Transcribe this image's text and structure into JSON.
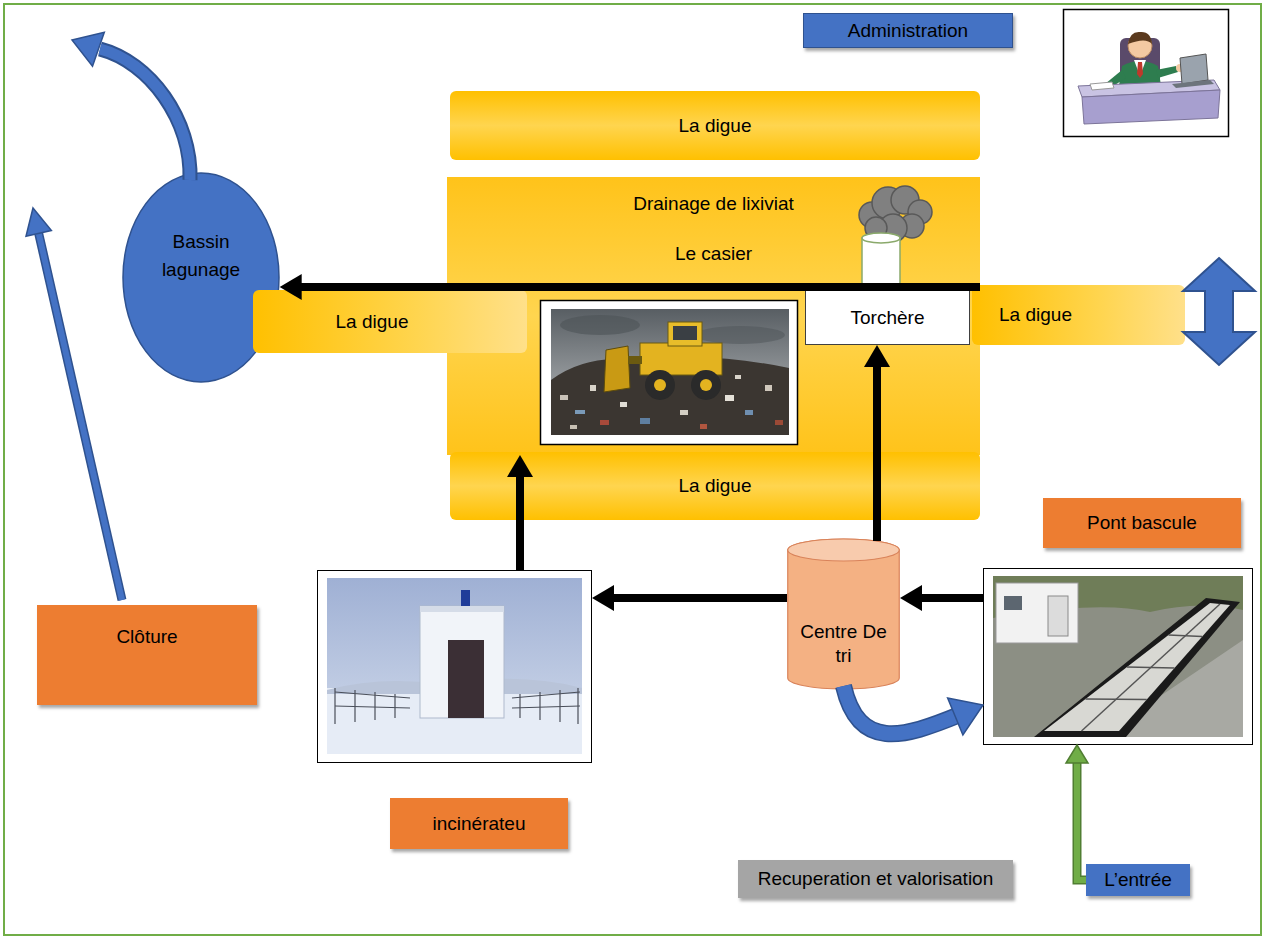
{
  "diagram": {
    "nodes": [
      {
        "text": [
          "Administration"
        ]
      },
      {
        "text": [
          "La digue"
        ]
      },
      {
        "text": [
          "Bassin lagunage"
        ]
      },
      {
        "text": [
          "Drainage de lixiviat",
          "Le casier"
        ]
      },
      {
        "text": [
          "Torchère"
        ],
        "in": 3
      },
      {
        "text": [
          "La digue"
        ]
      },
      {
        "text": [
          "La digue"
        ]
      },
      {
        "text": [
          "La digue"
        ]
      },
      {
        "text": [
          "Pont bascule"
        ]
      },
      {
        "text": [
          "Clôture"
        ]
      },
      {
        "text": [
          "incinérateu"
        ]
      },
      {
        "text": [
          "Centre De tri"
        ]
      },
      {
        "text": [
          "Recuperation et valorisation"
        ]
      },
      {
        "text": [
          "L’entrée"
        ]
      }
    ],
    "edges": [
      {
        "from": 3,
        "to": 2,
        "arrow": "to"
      },
      {
        "from": 11,
        "to": 4,
        "arrow": "to"
      },
      {
        "from": 10,
        "to": 3,
        "arrow": "to"
      },
      {
        "from": 8,
        "to": 11,
        "arrow": "to"
      },
      {
        "from": 11,
        "to": 10,
        "arrow": "to"
      },
      {
        "from": 11,
        "to": 8,
        "arrow": "to"
      },
      {
        "from": 13,
        "to": 8,
        "arrow": "to"
      }
    ]
  }
}
